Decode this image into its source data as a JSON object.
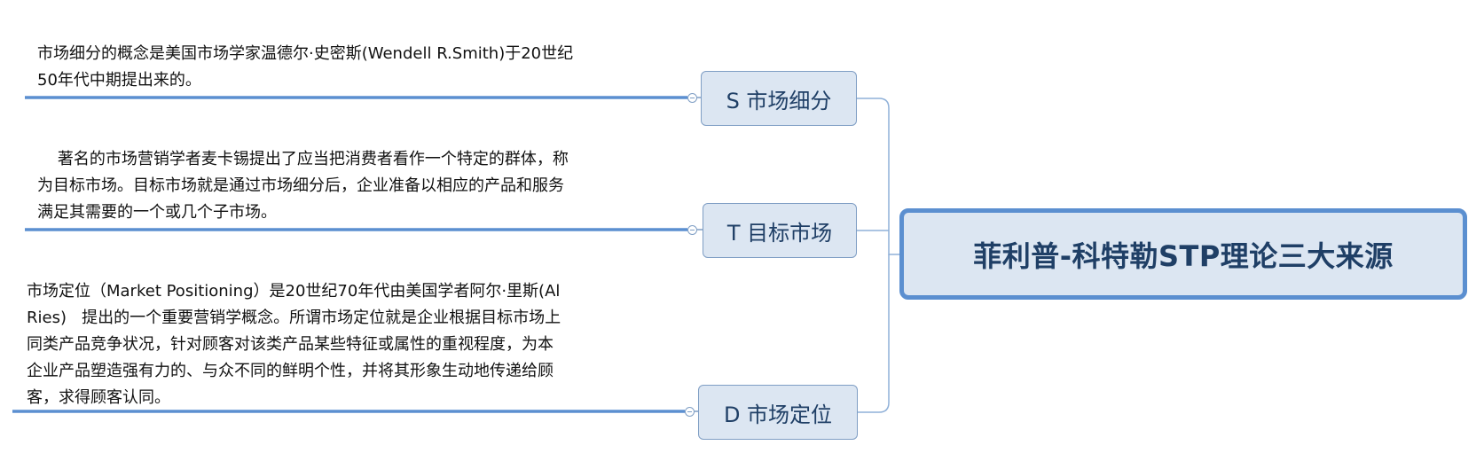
{
  "root": {
    "title": "菲利普-科特勒STP理论三大来源"
  },
  "branches": [
    {
      "label": "S 市场细分",
      "note": "市场细分的概念是美国市场学家温德尔·史密斯(Wendell R.Smith)于20世纪\n50年代中期提出来的。"
    },
    {
      "label": "T 目标市场",
      "note": "    著名的市场营销学者麦卡锡提出了应当把消费者看作一个特定的群体，称\n为目标市场。目标市场就是通过市场细分后，企业准备以相应的产品和服务\n满足其需要的一个或几个子市场。"
    },
    {
      "label": "D 市场定位",
      "note": "市场定位（Market Positioning）是20世纪70年代由美国学者阿尔·里斯(Al\nRies)   提出的一个重要营销学概念。所谓市场定位就是企业根据目标市场上\n同类产品竞争状况，针对顾客对该类产品某些特征或属性的重视程度，为本\n企业产品塑造强有力的、与众不同的鲜明个性，并将其形象生动地传递给顾\n客，求得顾客认同。"
    }
  ],
  "colors": {
    "accent": "#5b8fd0",
    "topic_fill": "#dce6f2",
    "topic_border": "#7f9ec4",
    "text_dark": "#1f3f66"
  }
}
